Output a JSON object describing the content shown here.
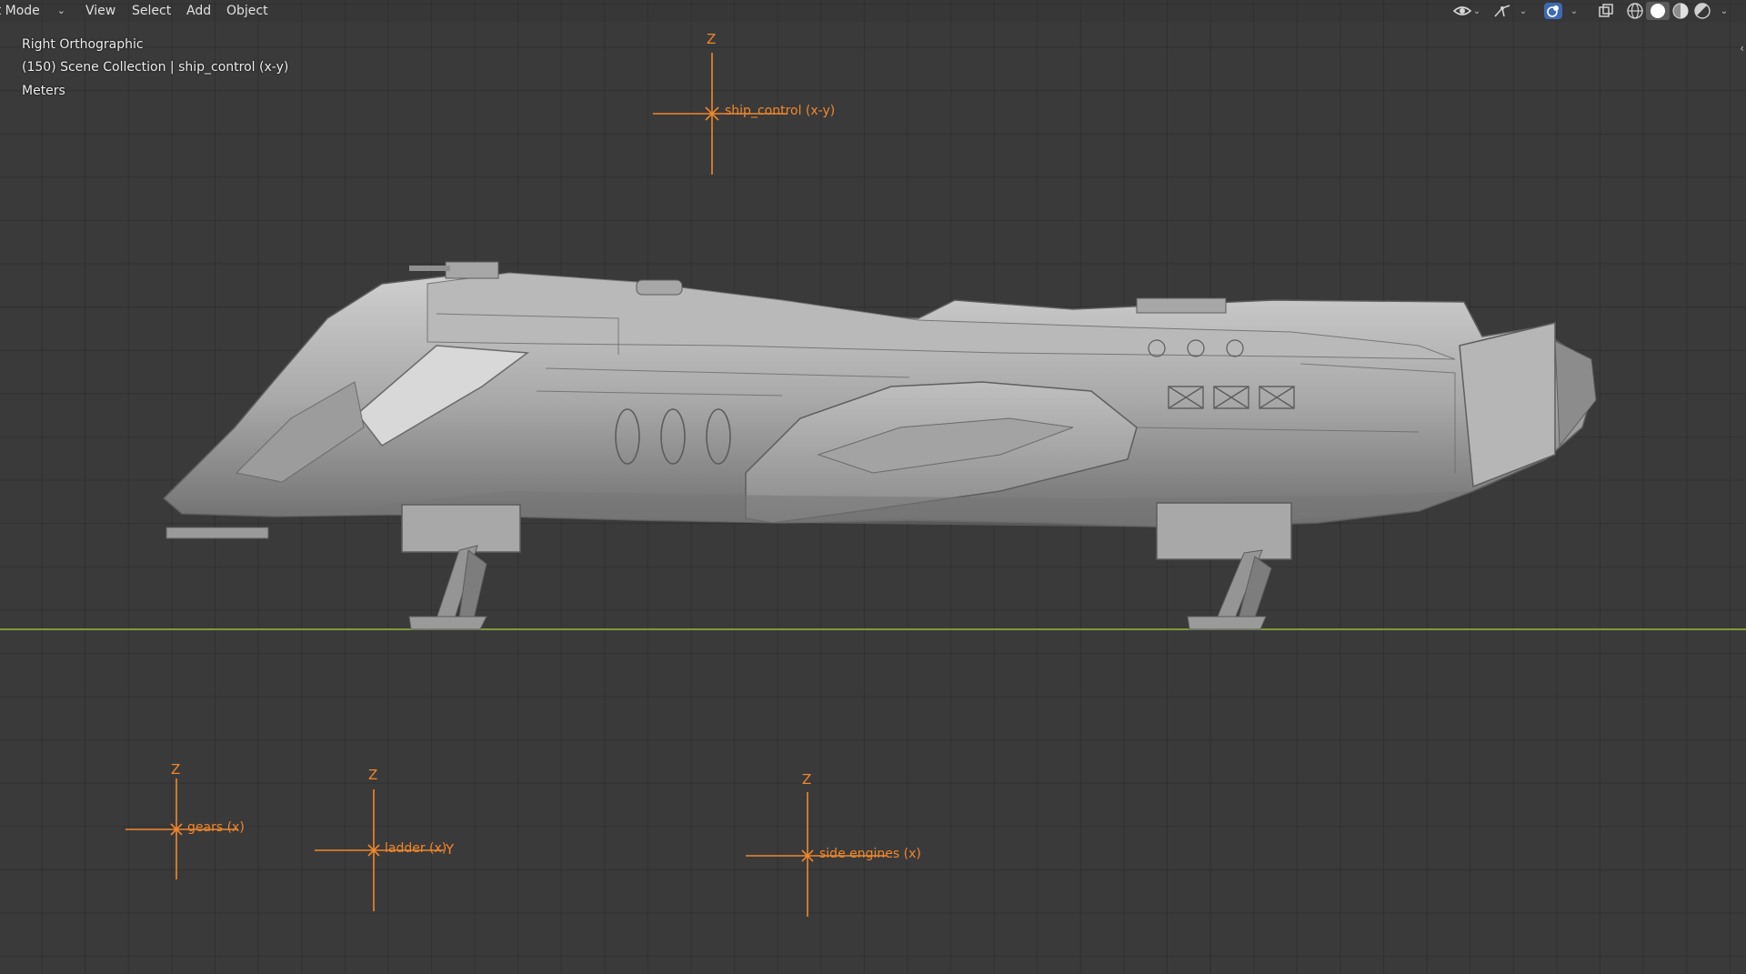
{
  "header": {
    "mode": "ct Mode",
    "menus": [
      "View",
      "Select",
      "Add",
      "Object"
    ]
  },
  "overlay": {
    "view_name": "Right Orthographic",
    "collection_info": "(150) Scene Collection | ship_control (x-y)",
    "units": "Meters"
  },
  "empties": [
    {
      "name": "ship_control (x-y)",
      "axis": "Z"
    },
    {
      "name": "gears (x)",
      "axis": "Z"
    },
    {
      "name": "ladder (x)",
      "axis": "Z",
      "extra_axis": "Y"
    },
    {
      "name": "side engines (x)",
      "axis": "Z"
    }
  ],
  "icons": {
    "visibility": "eye-icon",
    "gizmo": "gizmo-icon",
    "overlays": "overlay-icon",
    "xray": "xray-icon",
    "wireframe": "wireframe-shading-icon",
    "solid": "solid-shading-icon",
    "material": "material-shading-icon",
    "rendered": "rendered-shading-icon"
  },
  "colors": {
    "empty": "#f0872c",
    "ground_axis": "#7d9a3c",
    "viewport_bg": "#3a3a3a",
    "active_icon": "#3d6ab3"
  }
}
